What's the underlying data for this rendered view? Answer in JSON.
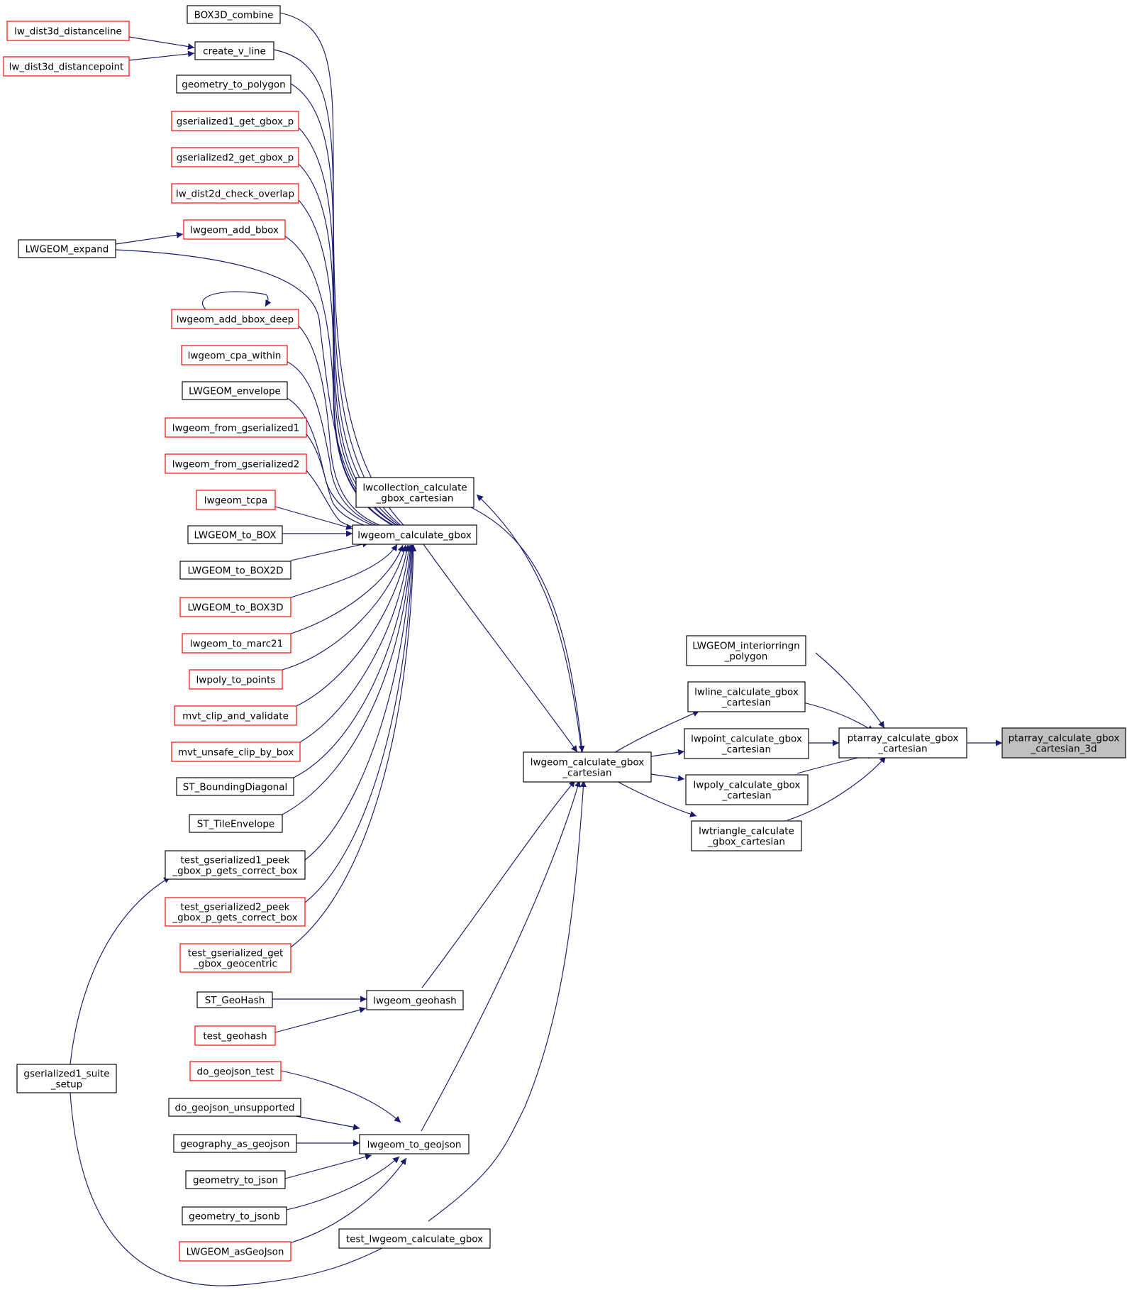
{
  "graph": {
    "colors": {
      "edge": "#191970",
      "black_border": "#000000",
      "red_border": "#ff0000",
      "highlight_fill": "#bfbfbf"
    },
    "nodes": {
      "n_box3d": {
        "lines": [
          "BOX3D_combine"
        ],
        "style": "black"
      },
      "n_createv": {
        "lines": [
          "create_v_line"
        ],
        "style": "black"
      },
      "n_dl3": {
        "lines": [
          "lw_dist3d_distanceline"
        ],
        "style": "red"
      },
      "n_dp3": {
        "lines": [
          "lw_dist3d_distancepoint"
        ],
        "style": "red"
      },
      "n_g2poly": {
        "lines": [
          "geometry_to_polygon"
        ],
        "style": "black"
      },
      "n_gs1box": {
        "lines": [
          "gserialized1_get_gbox_p"
        ],
        "style": "red"
      },
      "n_gs2box": {
        "lines": [
          "gserialized2_get_gbox_p"
        ],
        "style": "red"
      },
      "n_ov2d": {
        "lines": [
          "lw_dist2d_check_overlap"
        ],
        "style": "red"
      },
      "n_addbbox": {
        "lines": [
          "lwgeom_add_bbox"
        ],
        "style": "red"
      },
      "n_expand": {
        "lines": [
          "LWGEOM_expand"
        ],
        "style": "black"
      },
      "n_addbboxd": {
        "lines": [
          "lwgeom_add_bbox_deep"
        ],
        "style": "red"
      },
      "n_cpa": {
        "lines": [
          "lwgeom_cpa_within"
        ],
        "style": "red"
      },
      "n_envelope": {
        "lines": [
          "LWGEOM_envelope"
        ],
        "style": "black"
      },
      "n_fromgs1": {
        "lines": [
          "lwgeom_from_gserialized1"
        ],
        "style": "red"
      },
      "n_fromgs2": {
        "lines": [
          "lwgeom_from_gserialized2"
        ],
        "style": "red"
      },
      "n_tcpa": {
        "lines": [
          "lwgeom_tcpa"
        ],
        "style": "red"
      },
      "n_tobox": {
        "lines": [
          "LWGEOM_to_BOX"
        ],
        "style": "black"
      },
      "n_tobox2d": {
        "lines": [
          "LWGEOM_to_BOX2D"
        ],
        "style": "black"
      },
      "n_tobox3d": {
        "lines": [
          "LWGEOM_to_BOX3D"
        ],
        "style": "red"
      },
      "n_marc21": {
        "lines": [
          "lwgeom_to_marc21"
        ],
        "style": "red"
      },
      "n_lwpolypts": {
        "lines": [
          "lwpoly_to_points"
        ],
        "style": "red"
      },
      "n_mvtclip": {
        "lines": [
          "mvt_clip_and_validate"
        ],
        "style": "red"
      },
      "n_mvtunsafe": {
        "lines": [
          "mvt_unsafe_clip_by_box"
        ],
        "style": "red"
      },
      "n_bdiag": {
        "lines": [
          "ST_BoundingDiagonal"
        ],
        "style": "black"
      },
      "n_tileenv": {
        "lines": [
          "ST_TileEnvelope"
        ],
        "style": "black"
      },
      "n_tgs1": {
        "lines": [
          "test_gserialized1_peek",
          "_gbox_p_gets_correct_box"
        ],
        "style": "black"
      },
      "n_tgs2": {
        "lines": [
          "test_gserialized2_peek",
          "_gbox_p_gets_correct_box"
        ],
        "style": "red"
      },
      "n_tgsgeo": {
        "lines": [
          "test_gserialized_get",
          "_gbox_geocentric"
        ],
        "style": "red"
      },
      "n_geohashst": {
        "lines": [
          "ST_GeoHash"
        ],
        "style": "black"
      },
      "n_testgeohash": {
        "lines": [
          "test_geohash"
        ],
        "style": "red"
      },
      "n_gs1suite": {
        "lines": [
          "gserialized1_suite",
          "_setup"
        ],
        "style": "black"
      },
      "n_dogeo": {
        "lines": [
          "do_geojson_test"
        ],
        "style": "red"
      },
      "n_dogeounsup": {
        "lines": [
          "do_geojson_unsupported"
        ],
        "style": "black"
      },
      "n_geogasgeo": {
        "lines": [
          "geography_as_geojson"
        ],
        "style": "black"
      },
      "n_geomjson": {
        "lines": [
          "geometry_to_json"
        ],
        "style": "black"
      },
      "n_geomjsonb": {
        "lines": [
          "geometry_to_jsonb"
        ],
        "style": "black"
      },
      "n_asgeojson": {
        "lines": [
          "LWGEOM_asGeoJson"
        ],
        "style": "red"
      },
      "n_coll": {
        "lines": [
          "lwcollection_calculate",
          "_gbox_cartesian"
        ],
        "style": "black"
      },
      "n_lwcalc": {
        "lines": [
          "lwgeom_calculate_gbox"
        ],
        "style": "black"
      },
      "n_geohash": {
        "lines": [
          "lwgeom_geohash"
        ],
        "style": "black"
      },
      "n_togeojson": {
        "lines": [
          "lwgeom_to_geojson"
        ],
        "style": "black"
      },
      "n_testcalc": {
        "lines": [
          "test_lwgeom_calculate_gbox"
        ],
        "style": "black"
      },
      "n_cart": {
        "lines": [
          "lwgeom_calculate_gbox",
          "_cartesian"
        ],
        "style": "black"
      },
      "n_interior": {
        "lines": [
          "LWGEOM_interiorringn",
          "_polygon"
        ],
        "style": "black"
      },
      "n_line": {
        "lines": [
          "lwline_calculate_gbox",
          "_cartesian"
        ],
        "style": "black"
      },
      "n_point": {
        "lines": [
          "lwpoint_calculate_gbox",
          "_cartesian"
        ],
        "style": "black"
      },
      "n_poly": {
        "lines": [
          "lwpoly_calculate_gbox",
          "_cartesian"
        ],
        "style": "black"
      },
      "n_tri": {
        "lines": [
          "lwtriangle_calculate",
          "_gbox_cartesian"
        ],
        "style": "black"
      },
      "n_pa": {
        "lines": [
          "ptarray_calculate_gbox",
          "_cartesian"
        ],
        "style": "black"
      },
      "n_pa3d": {
        "lines": [
          "ptarray_calculate_gbox",
          "_cartesian_3d"
        ],
        "style": "gray"
      }
    }
  }
}
